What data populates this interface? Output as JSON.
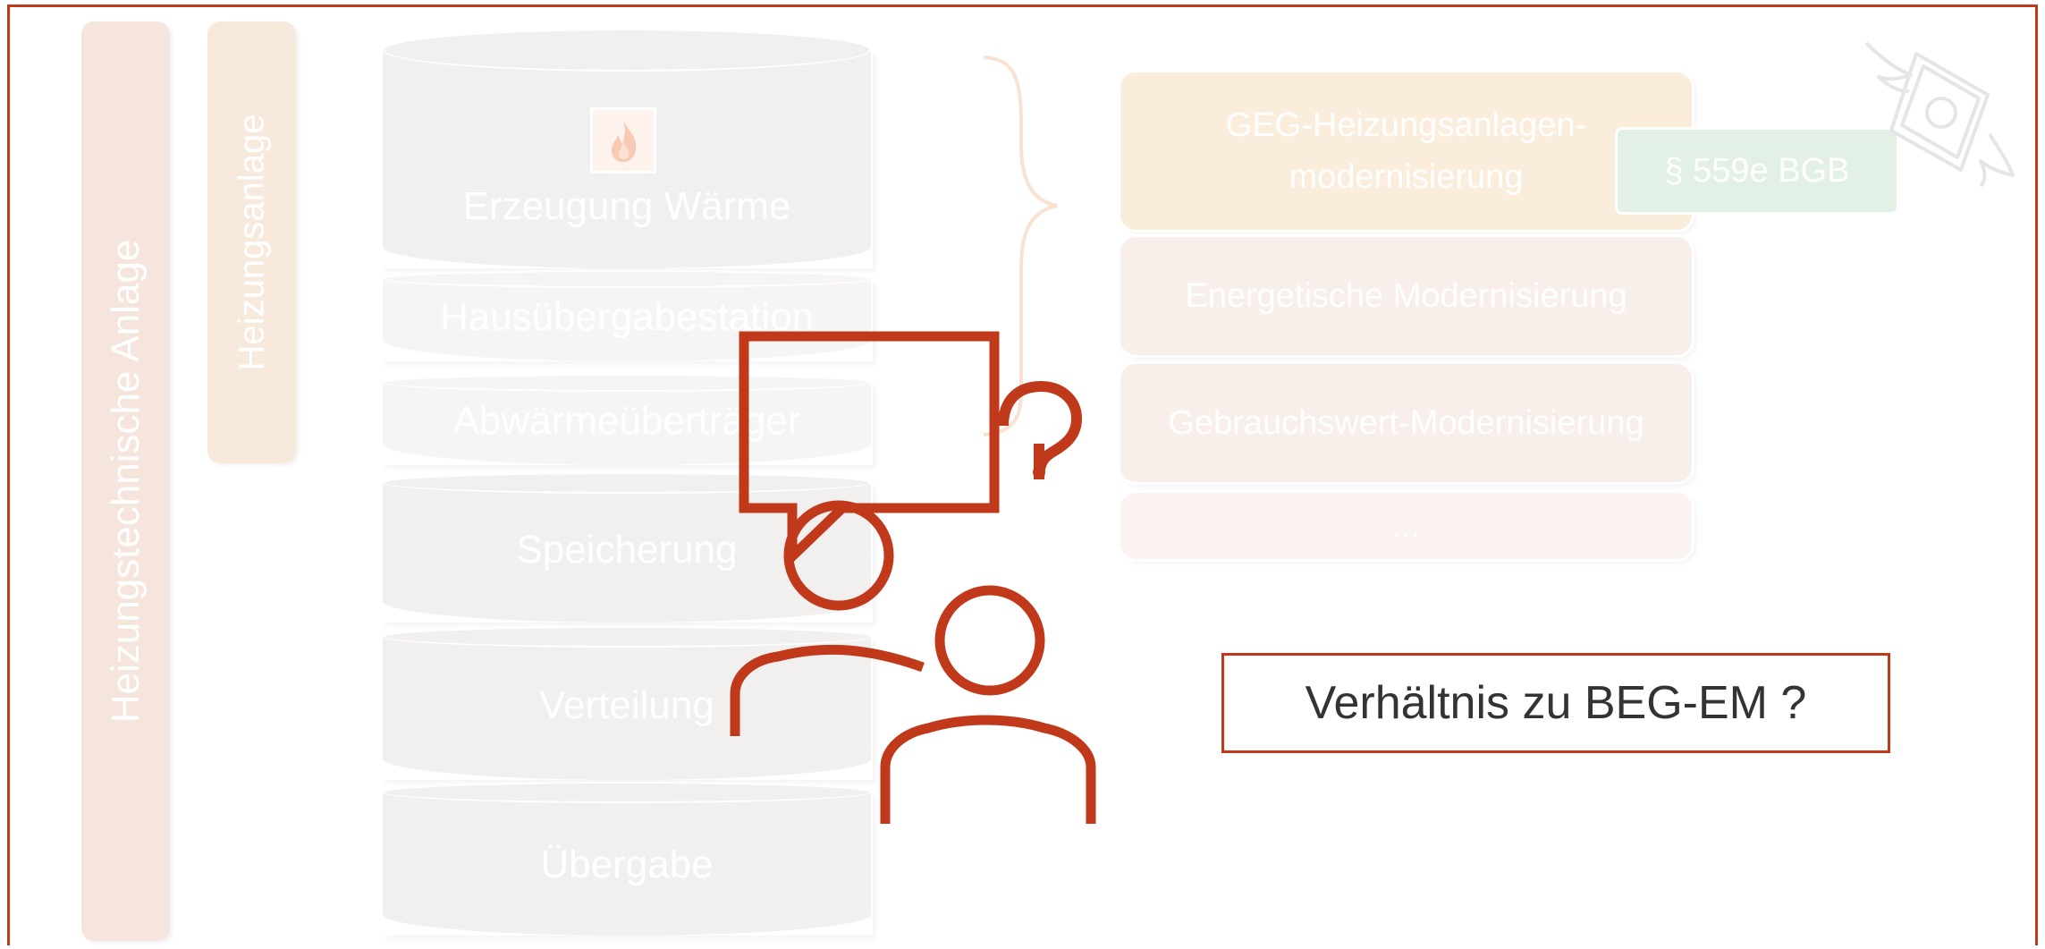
{
  "side_bars": {
    "outer_label": "Heizungstechnische Anlage",
    "inner_label": "Heizungsanlage"
  },
  "stack": {
    "generation": "Erzeugung Wärme",
    "transfer_station": "Hausübergabestation",
    "heat_exchanger": "Abwärmeüberträger",
    "storage": "Speicherung",
    "distribution": "Verteilung",
    "delivery": "Übergabe"
  },
  "modernization": {
    "geg_line1": "GEG-Heizungsanlagen-",
    "geg_line2": "modernisierung",
    "paragraph": "§ 559e BGB",
    "energetic": "Energetische Modernisierung",
    "utility": "Gebrauchswert-Modernisierung",
    "more": "..."
  },
  "question": "Verhältnis zu BEG-EM ?",
  "colors": {
    "accent": "#c0391b",
    "question_text": "#333333"
  },
  "icons": [
    "flame-icon",
    "flying-money-icon",
    "people-question-icon",
    "curly-brace-icon"
  ]
}
